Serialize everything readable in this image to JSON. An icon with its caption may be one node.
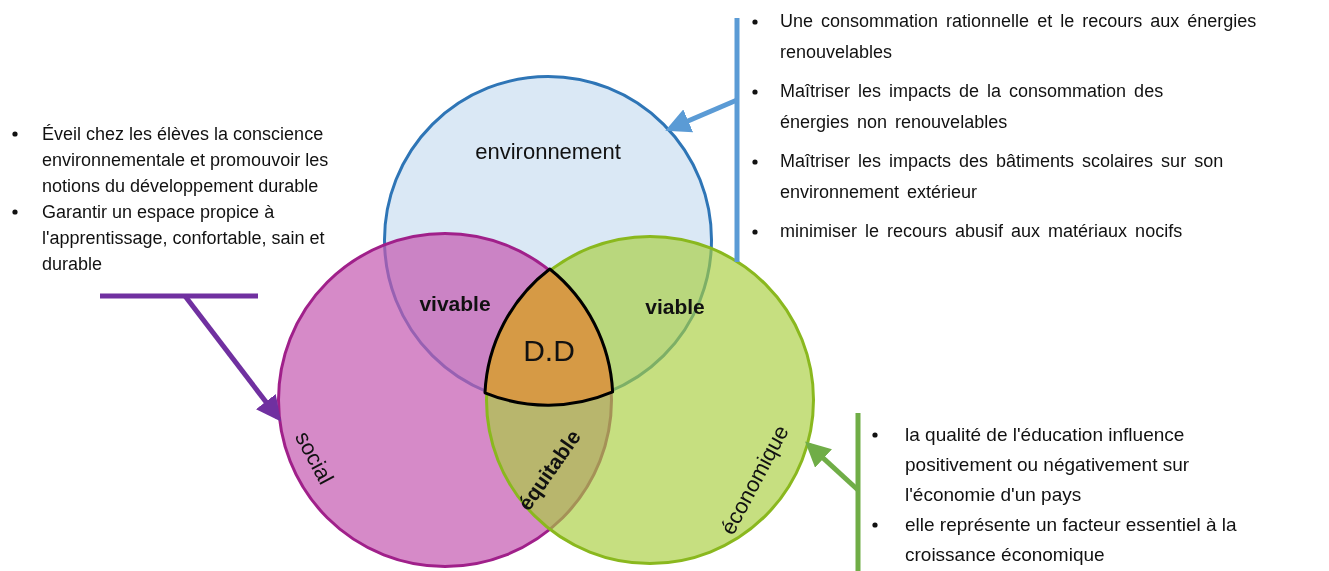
{
  "diagram": {
    "nodes": [
      {
        "text": [
          "environnement"
        ]
      },
      {
        "text": [
          "social"
        ]
      },
      {
        "text": [
          "économique"
        ]
      },
      {
        "text": [
          "D.D"
        ]
      },
      {
        "text": [
          "Éveil chez les élèves la conscience environnementale et promouvoir les notions du développement durable",
          "Garantir un espace propice à l'apprentissage, confortable, sain et durable"
        ]
      },
      {
        "text": [
          "Une consommation rationnelle et le recours aux énergies renouvelables",
          "Maîtriser les impacts de la consommation des énergies non renouvelables",
          "Maîtriser les impacts des bâtiments scolaires sur son environnement extérieur",
          "minimiser le recours abusif aux matériaux nocifs"
        ]
      },
      {
        "text": [
          "la qualité de l'éducation influence positivement ou négativement sur l'économie d'un pays",
          "elle représente un facteur essentiel à la croissance économique"
        ]
      }
    ],
    "edges": [
      {
        "from": 4,
        "to": 1,
        "arrow": "to",
        "color": "#7030a0"
      },
      {
        "from": 5,
        "to": 0,
        "arrow": "to",
        "color": "#5b9bd5"
      },
      {
        "from": 6,
        "to": 2,
        "arrow": "to",
        "color": "#70ad47"
      }
    ],
    "labels": [
      "vivable",
      "viable",
      "équitable"
    ]
  }
}
